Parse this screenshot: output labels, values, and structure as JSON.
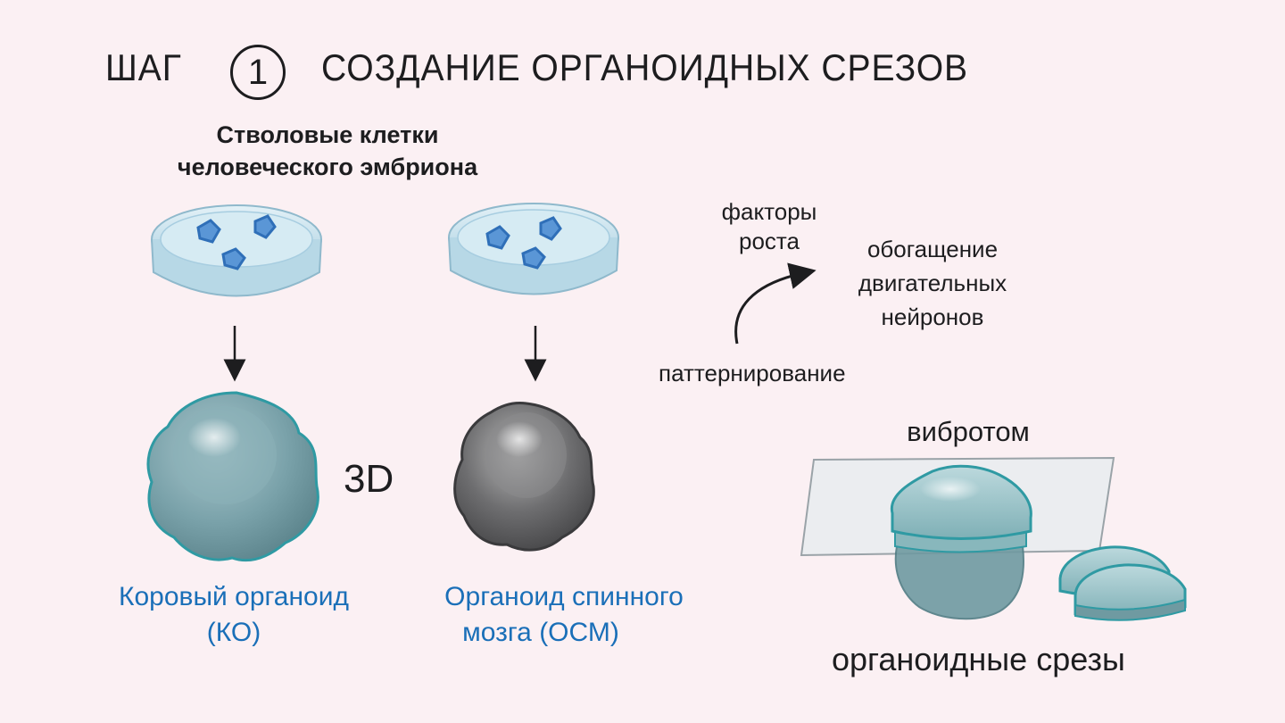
{
  "header": {
    "step_word": "ШАГ",
    "step_number": "1",
    "title": "СОЗДАНИЕ ОРГАНОИДНЫХ СРЕЗОВ"
  },
  "source": {
    "line1": "Стволовые клетки",
    "line2": "человеческого эмбриона"
  },
  "organoids": {
    "cortical_line1": "Коровый органоид",
    "cortical_line2": "(КО)",
    "spinal_line1": "Органоид спинного",
    "spinal_line2": "мозга (ОСМ)",
    "three_d": "3D"
  },
  "patterning": {
    "growth_line1": "факторы",
    "growth_line2": "роста",
    "enrich_line1": "обогащение",
    "enrich_line2": "двигательных",
    "enrich_line3": "нейронов",
    "patterning_label": "паттернирование"
  },
  "slicing": {
    "vibratome": "вибротом",
    "slices": "органоидные срезы"
  },
  "colors": {
    "background": "#fbf0f3",
    "cortical_organoid": "#6e9aa3",
    "spinal_organoid": "#5a5a5c",
    "cells": "#2f6fb8",
    "label_blue": "#1a6fb8"
  }
}
